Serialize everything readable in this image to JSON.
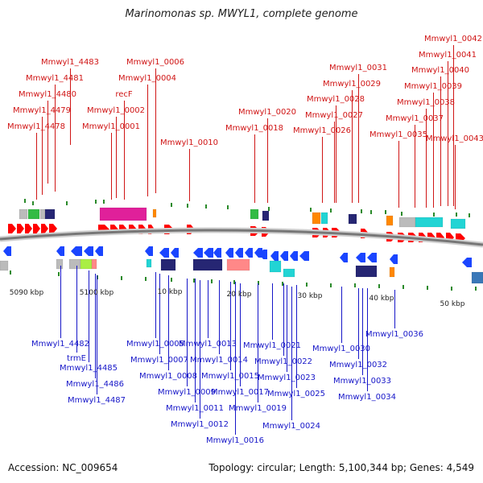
{
  "title": "Marinomonas sp. MWYL1, complete genome",
  "footer": {
    "accession": "Accession: NC_009654",
    "topology": "Topology: circular; Length: 5,100,344 bp; Genes: 4,549"
  },
  "colors": {
    "top_label": "#d01515",
    "bottom_label": "#1616c8",
    "forward_gene": "#ff0000",
    "reverse_gene": "#1a45ff",
    "backbone": "#777777",
    "tick": "#2a8a2a",
    "scale_text": "#222222",
    "box_magenta": "#e0209a",
    "box_cyan": "#22d4d4",
    "box_navy": "#262673",
    "box_orange": "#ff8800",
    "box_gray": "#bbbbbb",
    "box_green": "#33bb44",
    "box_lime": "#aaee44",
    "box_pink": "#ff8888",
    "box_steel": "#3a78b8"
  },
  "scale_labels": [
    "5090 kbp",
    "5100 kbp",
    "10 kbp",
    "20 kbp",
    "30 kbp",
    "40 kbp",
    "50 kbp"
  ],
  "top_genes": [
    "Mmwyl1_4483",
    "Mmwyl1_4481",
    "Mmwyl1_4480",
    "Mmwyl1_4479",
    "Mmwyl1_4478",
    "Mmwyl1_0006",
    "Mmwyl1_0004",
    "recF",
    "Mmwyl1_0002",
    "Mmwyl1_0001",
    "Mmwyl1_0010",
    "Mmwyl1_0020",
    "Mmwyl1_0018",
    "Mmwyl1_0031",
    "Mmwyl1_0029",
    "Mmwyl1_0028",
    "Mmwyl1_0027",
    "Mmwyl1_0026",
    "Mmwyl1_0042",
    "Mmwyl1_0041",
    "Mmwyl1_0040",
    "Mmwyl1_0039",
    "Mmwyl1_0038",
    "Mmwyl1_0037",
    "Mmwyl1_0035",
    "Mmwyl1_0043"
  ],
  "bottom_genes": [
    "Mmwyl1_4482",
    "trmE",
    "Mmwyl1_4485",
    "Mmwyl1_4486",
    "Mmwyl1_4487",
    "Mmwyl1_0005",
    "Mmwyl1_0007",
    "Mmwyl1_0008",
    "Mmwyl1_0009",
    "Mmwyl1_0011",
    "Mmwyl1_0012",
    "Mmwyl1_0013",
    "Mmwyl1_0014",
    "Mmwyl1_0015",
    "Mmwyl1_0017",
    "Mmwyl1_0016",
    "Mmwyl1_0019",
    "Mmwyl1_0021",
    "Mmwyl1_0022",
    "Mmwyl1_0023",
    "Mmwyl1_0025",
    "Mmwyl1_0024",
    "Mmwyl1_0030",
    "Mmwyl1_0032",
    "Mmwyl1_0033",
    "Mmwyl1_0034",
    "Mmwyl1_0036"
  ]
}
